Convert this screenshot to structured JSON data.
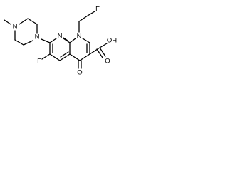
{
  "molecule": {
    "atoms": {
      "n_methyl": "N",
      "n_piperazine_aryl": "N",
      "f_ring": "F",
      "n_ring_pyridine": "N",
      "n_ring_quinolone": "N",
      "f_ethyl": "F",
      "o_keto": "O",
      "o_acid_carbonyl": "O",
      "oh_acid": "OH"
    }
  }
}
